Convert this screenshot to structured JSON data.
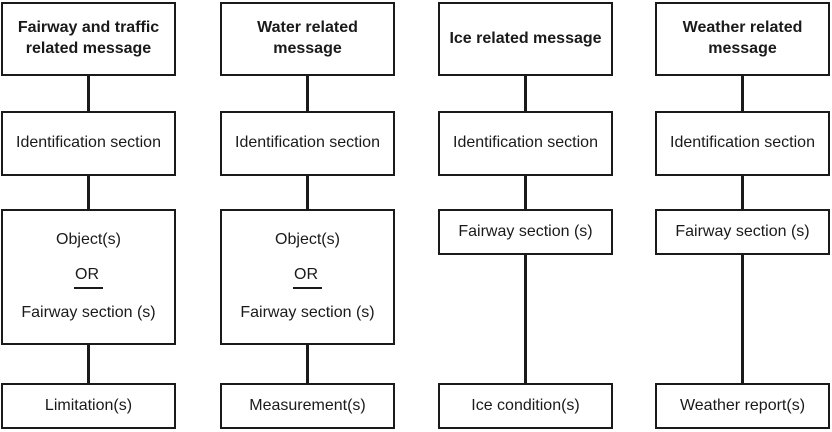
{
  "diagram": {
    "background_color": "#ffffff",
    "line_color": "#1a1a1a",
    "columns": [
      {
        "name": "fairway-and-traffic",
        "header_lines": [
          "Fairway and traffic",
          "related message"
        ],
        "identification_label": "Identification section",
        "middle": {
          "object_label": "Object(s)",
          "or_label": "OR",
          "fairway_label": "Fairway section (s)"
        },
        "bottom_label": "Limitation(s)"
      },
      {
        "name": "water",
        "header_lines": [
          "Water related",
          "message"
        ],
        "identification_label": "Identification section",
        "middle": {
          "object_label": "Object(s)",
          "or_label": "OR",
          "fairway_label": "Fairway section (s)"
        },
        "bottom_label": "Measurement(s)"
      },
      {
        "name": "ice",
        "header_lines": [
          "Ice related message"
        ],
        "identification_label": "Identification section",
        "middle": {
          "fairway_label": "Fairway section (s)"
        },
        "bottom_label": "Ice condition(s)"
      },
      {
        "name": "weather",
        "header_lines": [
          "Weather related",
          "message"
        ],
        "identification_label": "Identification section",
        "middle": {
          "fairway_label": "Fairway section (s)"
        },
        "bottom_label": "Weather report(s)"
      }
    ]
  }
}
